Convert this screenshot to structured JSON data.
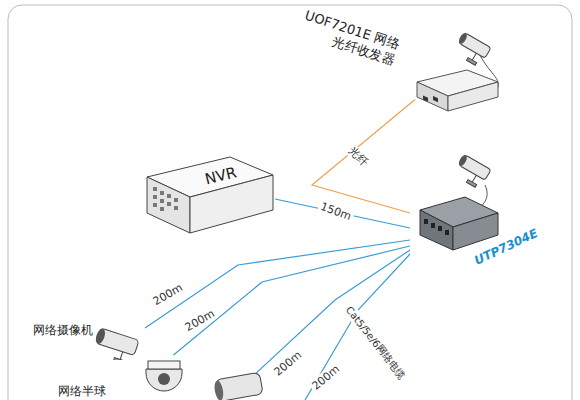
{
  "diagram": {
    "nodes": [
      {
        "text": [
          "UOF7201E 网络光纤收发器"
        ]
      },
      {
        "text": [
          "NVR"
        ]
      },
      {
        "text": [
          "UTP7304E"
        ]
      },
      {
        "text": [
          "网络摄像机"
        ]
      },
      {
        "text": [
          "网络半球"
        ]
      }
    ],
    "edges": [
      {
        "from": 0,
        "to": 2,
        "arrow": "none",
        "label": "光纤"
      },
      {
        "from": 1,
        "to": 2,
        "arrow": "none",
        "label": "150m"
      },
      {
        "from": 2,
        "to": 3,
        "arrow": "none",
        "label": "200m"
      },
      {
        "from": 2,
        "to": 4,
        "arrow": "none",
        "label": "200m"
      }
    ],
    "labels": [
      "200m",
      "200m",
      "Cat5/5e/6网络电缆"
    ]
  }
}
